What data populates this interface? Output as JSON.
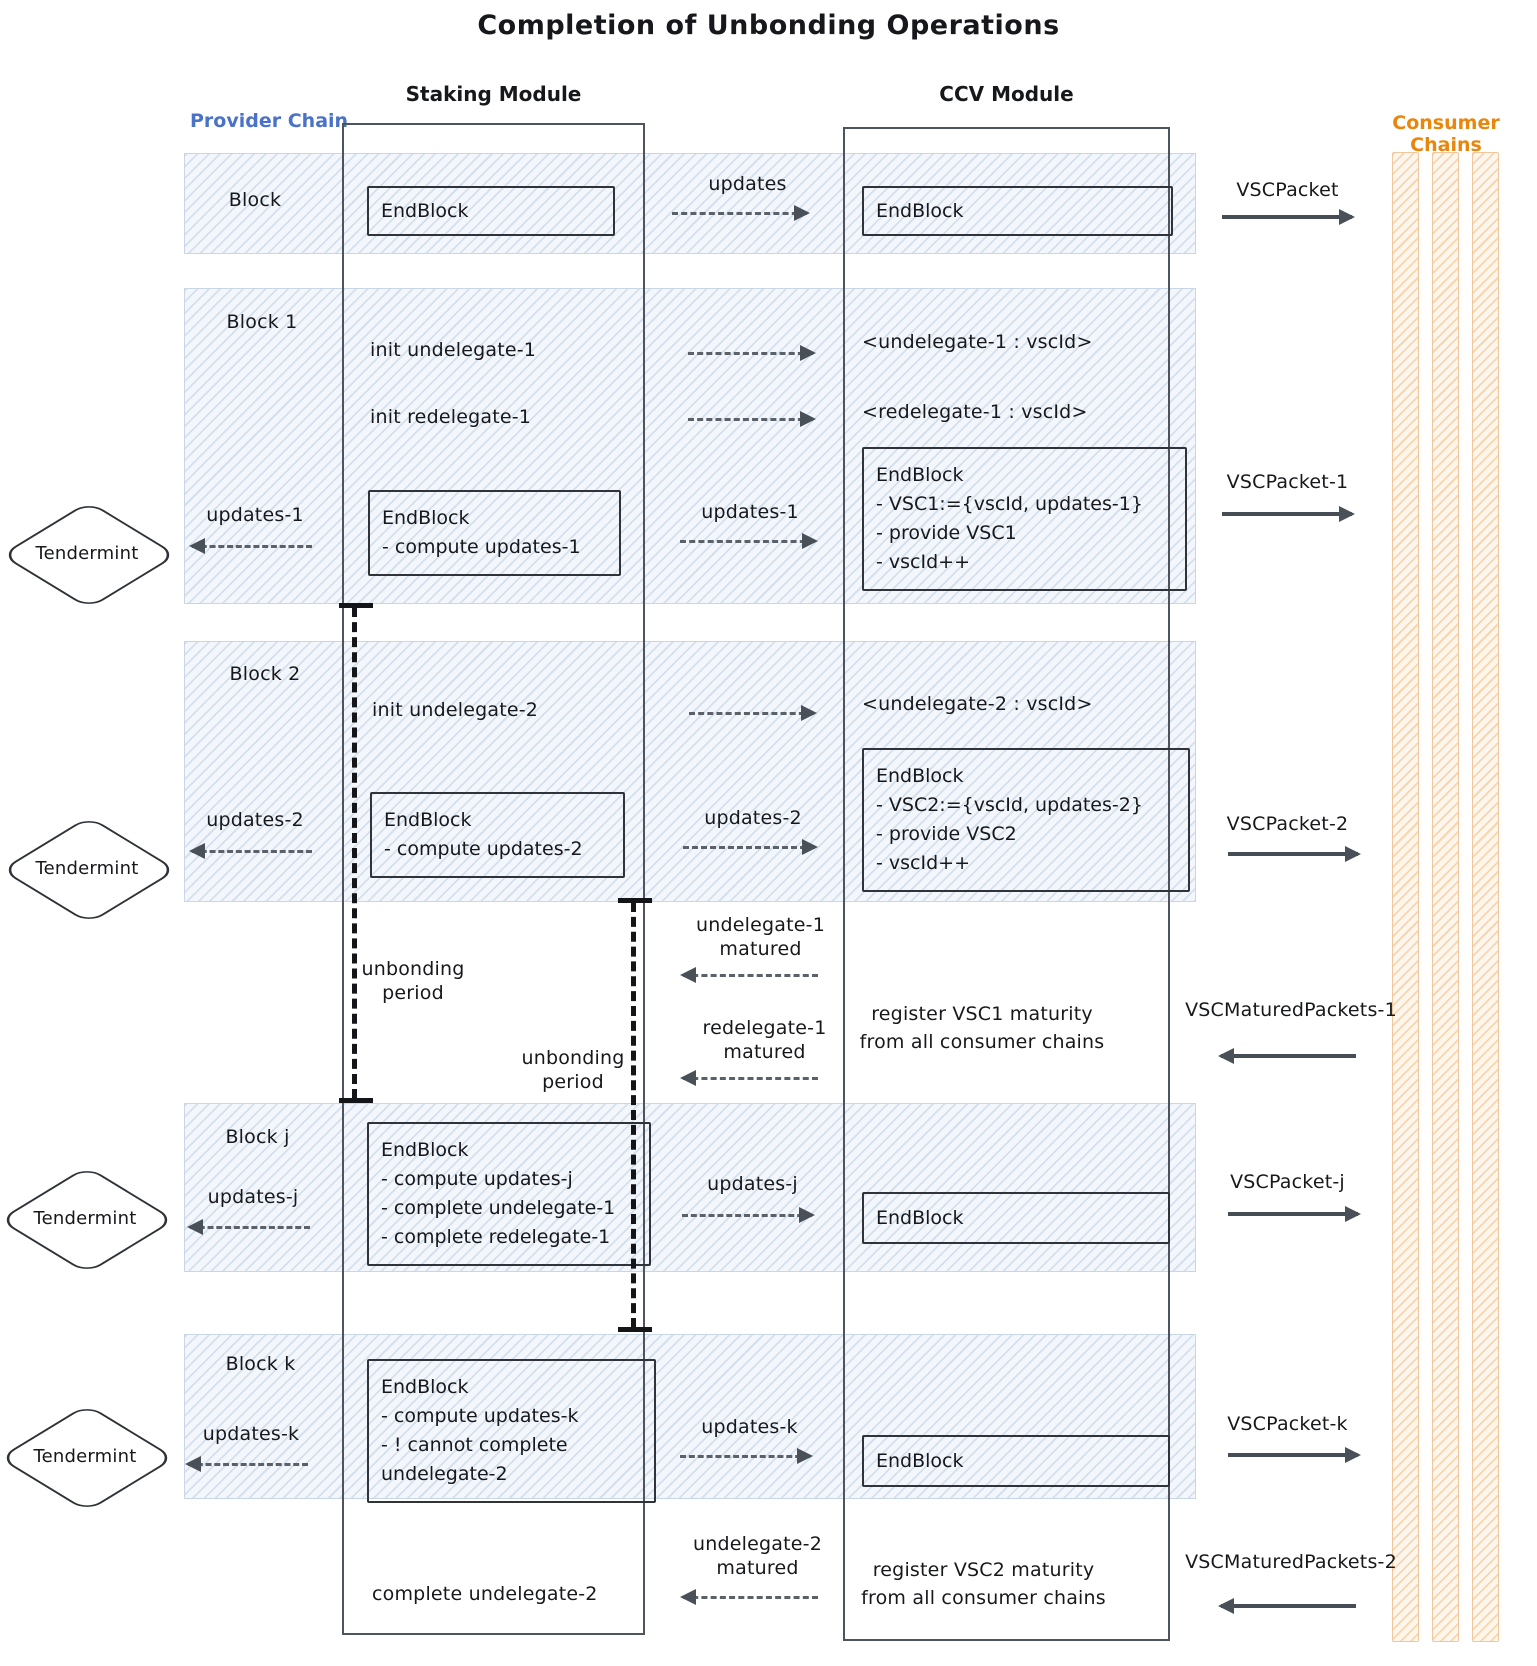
{
  "title": "Completion of Unbonding Operations",
  "columns": {
    "staking": "Staking Module",
    "ccv": "CCV Module",
    "provider": "Provider Chain",
    "consumers": "Consumer Chains"
  },
  "colors": {
    "provider_label": "#4a72c9",
    "consumer_label": "#e8860d",
    "arrow": "#4a5058",
    "band_fill": "#f3f7fb"
  },
  "tendermint": "Tendermint",
  "rows": {
    "block0": {
      "label": "Block",
      "sm_endblock": "EndBlock",
      "updates": "updates",
      "ccv_endblock": "EndBlock",
      "packet": "VSCPacket"
    },
    "block1": {
      "label": "Block 1",
      "init_undelegate": "init undelegate-1",
      "map_undelegate": "<undelegate-1 : vscId>",
      "init_redelegate": "init redelegate-1",
      "map_redelegate": "<redelegate-1 : vscId>",
      "updates_left": "updates-1",
      "updates_right": "updates-1",
      "sm_endblock": [
        "EndBlock",
        "- compute updates-1"
      ],
      "ccv_endblock": [
        "EndBlock",
        "- VSC1:={vscId, updates-1}",
        "- provide VSC1",
        "- vscId++"
      ],
      "packet": "VSCPacket-1"
    },
    "block2": {
      "label": "Block 2",
      "init_undelegate": "init undelegate-2",
      "map_undelegate": "<undelegate-2 : vscId>",
      "updates_left": "updates-2",
      "updates_right": "updates-2",
      "sm_endblock": [
        "EndBlock",
        "- compute updates-2"
      ],
      "ccv_endblock": [
        "EndBlock",
        "- VSC2:={vscId, updates-2}",
        "- provide VSC2",
        "- vscId++"
      ],
      "packet": "VSCPacket-2"
    },
    "maturity1": {
      "unbonding_a": [
        "unbonding",
        "period"
      ],
      "unbonding_b": [
        "unbonding",
        "period"
      ],
      "undelegate_matured": [
        "undelegate-1",
        "matured"
      ],
      "redelegate_matured": [
        "redelegate-1",
        "matured"
      ],
      "register": [
        "register VSC1 maturity",
        "from all consumer chains"
      ],
      "packet": "VSCMaturedPackets-1"
    },
    "blockj": {
      "label": "Block j",
      "updates_left": "updates-j",
      "updates_right": "updates-j",
      "sm_endblock": [
        "EndBlock",
        "- compute updates-j",
        "- complete undelegate-1",
        "- complete redelegate-1"
      ],
      "ccv_endblock": "EndBlock",
      "packet": "VSCPacket-j"
    },
    "blockk": {
      "label": "Block k",
      "updates_left": "updates-k",
      "updates_right": "updates-k",
      "sm_endblock": [
        "EndBlock",
        "- compute updates-k",
        "- ! cannot complete",
        "undelegate-2"
      ],
      "ccv_endblock": "EndBlock",
      "packet": "VSCPacket-k"
    },
    "maturity2": {
      "complete": "complete undelegate-2",
      "undelegate_matured": [
        "undelegate-2",
        "matured"
      ],
      "register": [
        "register VSC2 maturity",
        "from all consumer chains"
      ],
      "packet": "VSCMaturedPackets-2"
    }
  }
}
